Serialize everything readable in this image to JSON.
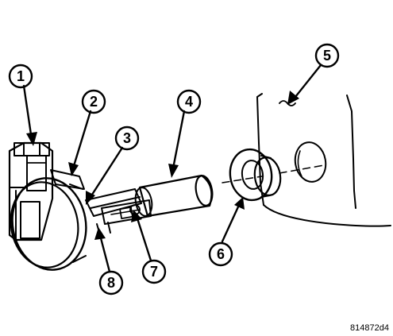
{
  "diagram": {
    "callouts": [
      "1",
      "2",
      "3",
      "4",
      "5",
      "6",
      "7",
      "8"
    ],
    "figure_code": "814872d4"
  },
  "colors": {
    "ink": "#000000",
    "paper": "#ffffff"
  }
}
